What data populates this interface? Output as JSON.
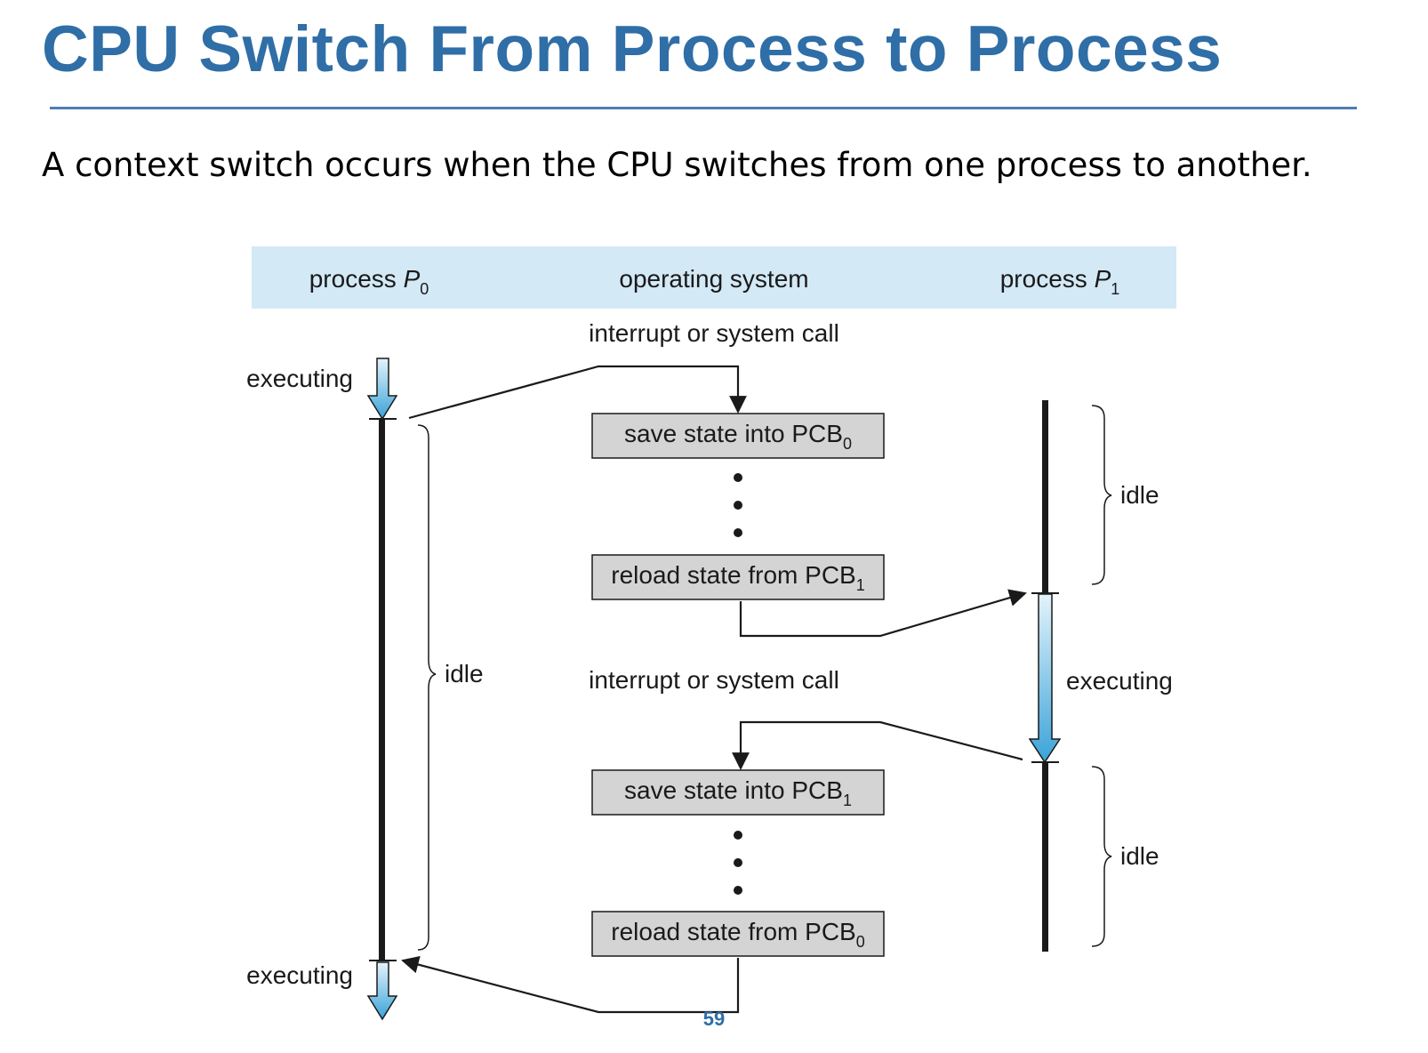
{
  "slide": {
    "title": "CPU Switch From Process to Process",
    "subtitle": "A context switch occurs when the CPU switches from one process to another.",
    "page_number": "59"
  },
  "colors": {
    "title_blue": "#2f6ea6",
    "header_band": "#d3e9f6",
    "state_box_fill": "#d4d4d4",
    "executing_arrow_top": "#e3f3fb",
    "executing_arrow_bottom": "#3aa3d9",
    "timeline_bar": "#1a1a1a"
  },
  "diagram": {
    "headers": {
      "p0": {
        "label": "process ",
        "var": "P",
        "sub": "0"
      },
      "os": {
        "label": "operating system"
      },
      "p1": {
        "label": "process ",
        "var": "P",
        "sub": "1"
      }
    },
    "interrupt_labels": [
      "interrupt or system call",
      "interrupt or system call"
    ],
    "p0_labels": {
      "executing_top": "executing",
      "idle": "idle",
      "executing_bottom": "executing"
    },
    "p1_labels": {
      "idle_top": "idle",
      "executing": "executing",
      "idle_bottom": "idle"
    },
    "boxes": [
      {
        "text": "save state into PCB",
        "sub": "0"
      },
      {
        "text": "reload state from PCB",
        "sub": "1"
      },
      {
        "text": "save state into PCB",
        "sub": "1"
      },
      {
        "text": "reload state from PCB",
        "sub": "0"
      }
    ]
  }
}
